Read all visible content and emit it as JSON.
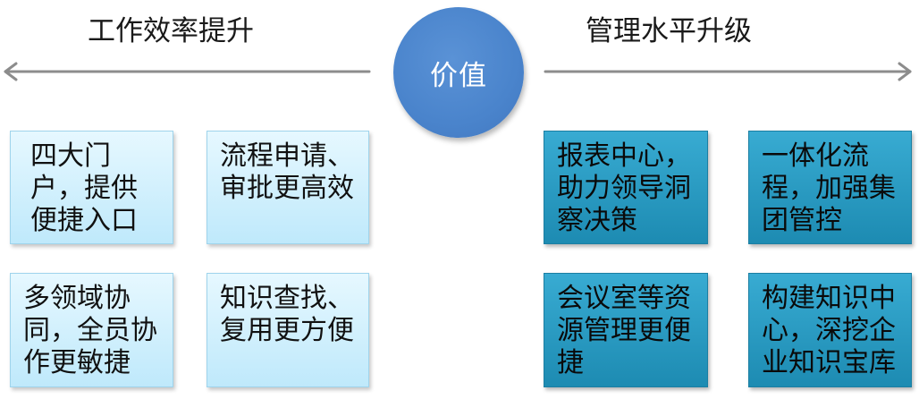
{
  "left_heading": "工作效率提升",
  "right_heading": "管理水平升级",
  "center_label": "价值",
  "colors": {
    "circle": "#4a84cc",
    "light_box": "#cdeefc",
    "dark_box": "#2a9cc4",
    "arrow": "#8c8c8c"
  },
  "left_boxes": [
    {
      "text": "四大门户，提供便捷入口"
    },
    {
      "text": "流程申请、审批更高效"
    },
    {
      "text": "多领域协同，全员协作更敏捷"
    },
    {
      "text": "知识查找、复用更方便"
    }
  ],
  "right_boxes": [
    {
      "text": "报表中心，助力领导洞察决策"
    },
    {
      "text": "一体化流程，加强集团管控"
    },
    {
      "text": "会议室等资源管理更便捷"
    },
    {
      "text": "构建知识中心，深挖企业知识宝库"
    }
  ]
}
